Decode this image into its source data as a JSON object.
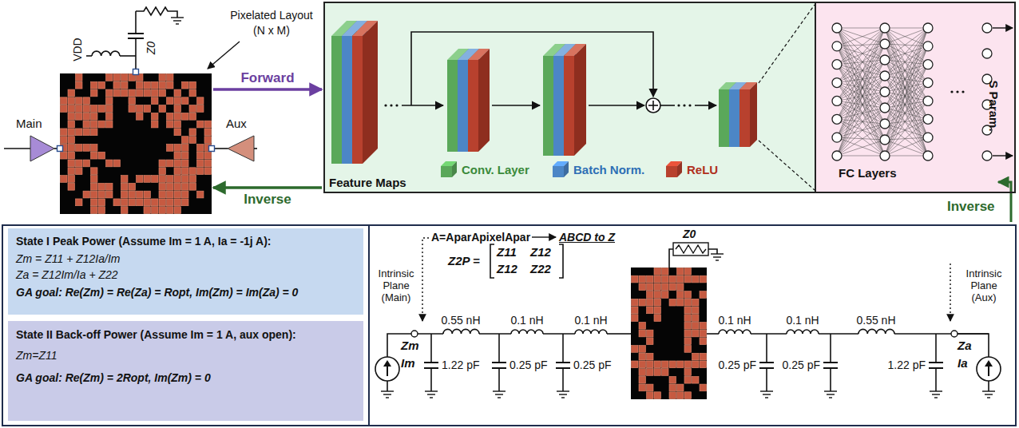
{
  "diagram": {
    "nodes": [
      {
        "text": [
          "Pixelated Layout (N x M)"
        ]
      },
      {
        "text": [
          "Feature Maps"
        ]
      },
      {
        "text": [
          "FC Layers",
          "S Param."
        ],
        "in": 1
      },
      {
        "text": [
          "State I Peak Power (Assume Im = 1 A, Ia = -1j A):",
          "Zm = Z11 + Z12Ia/Im",
          "Za = Z12Im/Ia + Z22",
          "GA goal: Re(Zm) = Re(Za) = Ropt, Im(Zm) = Im(Za) = 0"
        ]
      },
      {
        "text": [
          "State II Back-off Power (Assume Im = 1 A, aux open):",
          "Zm=Z11",
          "GA goal: Re(Zm) = 2Ropt, Im(Zm) = 0"
        ]
      }
    ],
    "edges": [
      {
        "from": 0,
        "to": 1,
        "arrow": "to",
        "label": "Forward"
      },
      {
        "from": 1,
        "to": 0,
        "arrow": "to",
        "label": "Inverse"
      }
    ],
    "labels": [
      "VDD",
      "Z0",
      "Main",
      "Aux",
      "Inverse",
      "A=AparApixelApar",
      "ABCD to Z",
      "Z2P =",
      "Z11",
      "Z12",
      "Z12",
      "Z22",
      "Intrinsic Plane (Main)",
      "Intrinsic Plane (Aux)",
      "Z0",
      "0.55 nH",
      "0.1 nH",
      "0.1 nH",
      "0.1 nH",
      "0.1 nH",
      "0.55 nH",
      "1.22 pF",
      "0.25 pF",
      "0.25 pF",
      "0.25 pF",
      "0.25 pF",
      "1.22 pF",
      "Zm",
      "Im",
      "Za",
      "Ia"
    ],
    "legend": [
      {
        "text": "Conv. Layer",
        "color": "#5aa85a"
      },
      {
        "text": "Batch Norm.",
        "color": "#4c86c6"
      },
      {
        "text": "ReLU",
        "color": "#b8412e"
      }
    ]
  }
}
